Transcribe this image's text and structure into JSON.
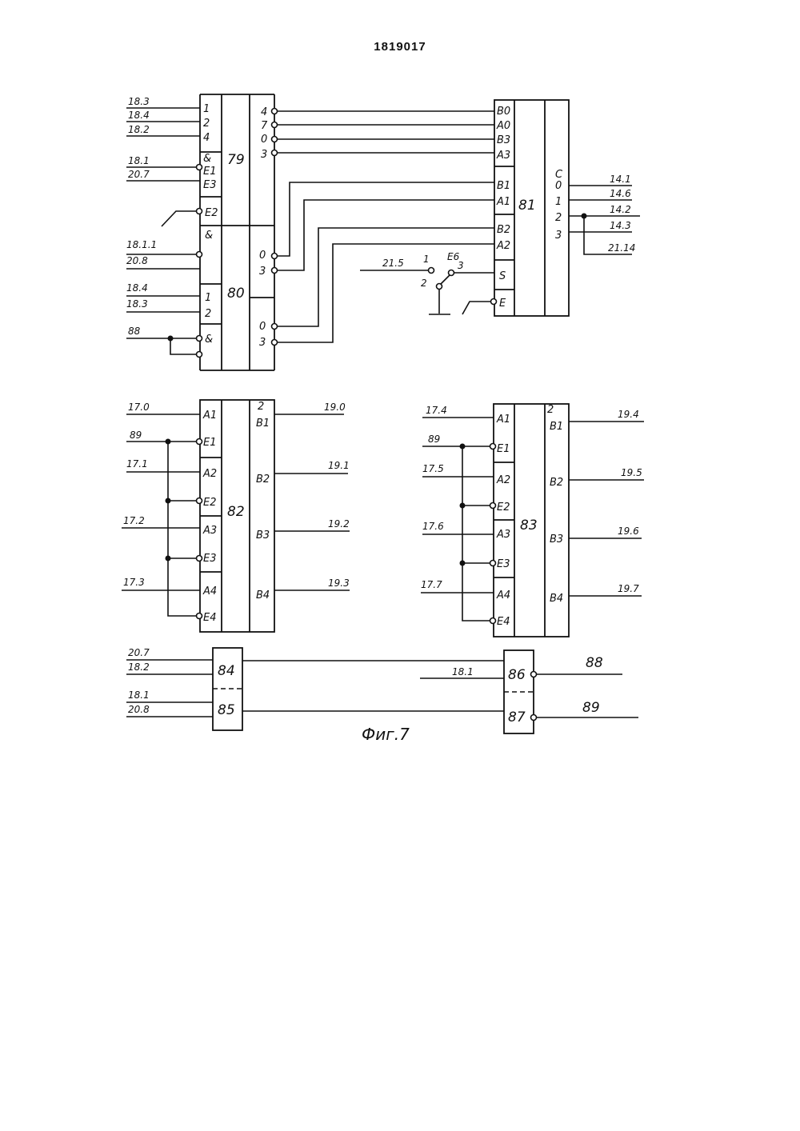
{
  "header": {
    "doc_number": "1819017"
  },
  "caption": "Фиг.7",
  "blocks": {
    "b79": {
      "id": "79",
      "in_pins": [
        "1",
        "2",
        "4",
        "&",
        "E1",
        "E3",
        "E2"
      ],
      "out_pins": [
        "4",
        "7",
        "0",
        "3"
      ]
    },
    "b80": {
      "id": "80",
      "in_pins": [
        "&",
        "1",
        "2",
        "&"
      ],
      "out_pins": [
        "0",
        "3",
        "0",
        "3"
      ]
    },
    "b81": {
      "id": "81",
      "in_pins": [
        "B0",
        "A0",
        "B3",
        "A3",
        "B1",
        "A1",
        "B2",
        "A2",
        "S",
        "E"
      ],
      "out_pins": [
        "C",
        "0",
        "1",
        "2",
        "3"
      ]
    },
    "b82": {
      "id": "82",
      "in_pins": [
        "A1",
        "E1",
        "A2",
        "E2",
        "A3",
        "E3",
        "A4",
        "E4"
      ],
      "out_pins": [
        "2",
        "B1",
        "B2",
        "B3",
        "B4"
      ]
    },
    "b83": {
      "id": "83",
      "in_pins": [
        "A1",
        "E1",
        "A2",
        "E2",
        "A3",
        "E3",
        "A4",
        "E4"
      ],
      "out_pins": [
        "2",
        "B1",
        "B2",
        "B3",
        "B4"
      ]
    },
    "b84": {
      "id": "84"
    },
    "b85": {
      "id": "85"
    },
    "b86": {
      "id": "86"
    },
    "b87": {
      "id": "87"
    }
  },
  "signals": {
    "s79": [
      "18.3",
      "18.4",
      "18.2",
      "18.1",
      "20.7"
    ],
    "s80": [
      "18.1.1",
      "20.8",
      "18.4",
      "18.3",
      "88"
    ],
    "s81_in": "21.5",
    "switch": [
      "1",
      "2",
      "E6",
      "3"
    ],
    "s81_out": [
      "14.1",
      "14.6",
      "14.2",
      "14.3",
      "21.14"
    ],
    "s82_in": [
      "17.0",
      "89",
      "17.1",
      "17.2",
      "17.3"
    ],
    "s82_out": [
      "19.0",
      "19.1",
      "19.2",
      "19.3"
    ],
    "s83_in": [
      "17.4",
      "89",
      "17.5",
      "17.6",
      "17.7"
    ],
    "s83_out": [
      "19.4",
      "19.5",
      "19.6",
      "19.7"
    ],
    "s84_85": [
      "20.7",
      "18.2",
      "18.1",
      "20.8"
    ],
    "s86_in": "18.1",
    "s86_87_out": [
      "88",
      "89"
    ]
  }
}
